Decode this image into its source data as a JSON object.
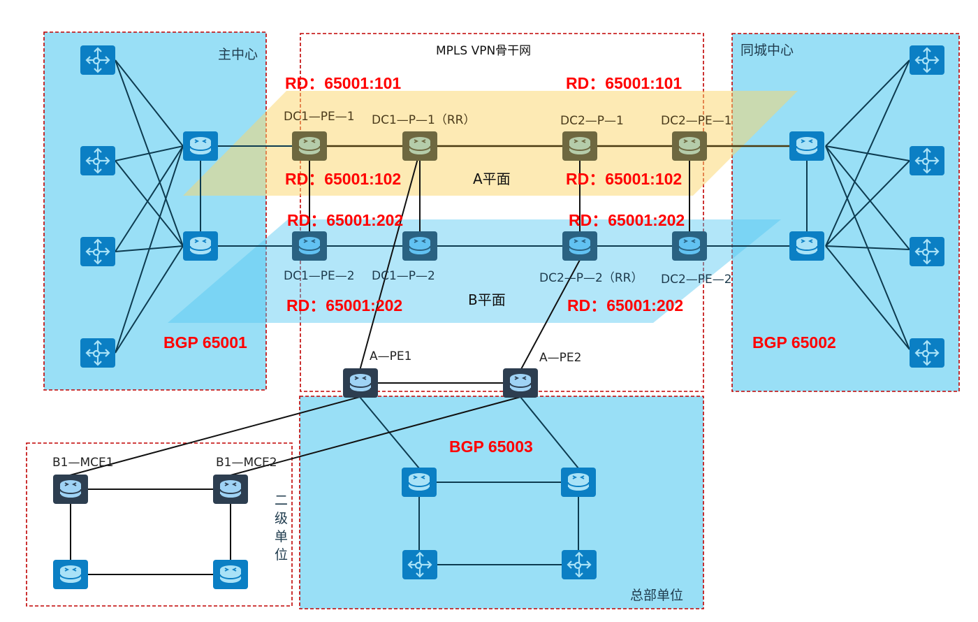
{
  "zones": {
    "main_center": {
      "label": "主中心",
      "bgp": "BGP 65001"
    },
    "backbone": {
      "label": "MPLS  VPN骨干网"
    },
    "city_center": {
      "label": "同城中心",
      "bgp": "BGP 65002"
    },
    "headquarters": {
      "label": "总部单位",
      "bgp": "BGP 65003"
    },
    "secondary_unit": {
      "label": "二级单位"
    }
  },
  "planes": {
    "a": {
      "label": "A平面",
      "color": "#fde7a8"
    },
    "b": {
      "label": "B平面",
      "color": "#6fd0f5"
    }
  },
  "rd_labels": {
    "dc1_a_top": "RD：65001:101",
    "dc2_a_top": "RD：65001:101",
    "dc1_a_bottom": "RD：65001:102",
    "dc2_a_bottom": "RD：65001:102",
    "dc1_b_top": "RD：65001:202",
    "dc2_b_top": "RD：65001:202",
    "dc1_b_bottom": "RD：65001:202",
    "dc2_b_bottom": "RD：65001:202"
  },
  "nodes": {
    "dc1_pe_1": "DC1—PE—1",
    "dc1_p_1": "DC1—P—1（RR）",
    "dc2_p_1": "DC2—P—1",
    "dc2_pe_1": "DC2—PE—1",
    "dc1_pe_2": "DC1—PE—2",
    "dc1_p_2": "DC1—P—2",
    "dc2_p_2": "DC2—P—2（RR）",
    "dc2_pe_2": "DC2—PE—2",
    "a_pe1": "A—PE1",
    "a_pe2": "A—PE2",
    "b1_mce1": "B1—MCE1",
    "b1_mce2": "B1—MCE2"
  },
  "colors": {
    "zone_fill": "#99dff6",
    "zone_border": "#c00000",
    "device_blue": "#0b7fc4",
    "device_olive": "#6e6840",
    "device_dark": "#2a6282",
    "device_navy": "#2d3e50",
    "rd_red": "#ff0000"
  }
}
